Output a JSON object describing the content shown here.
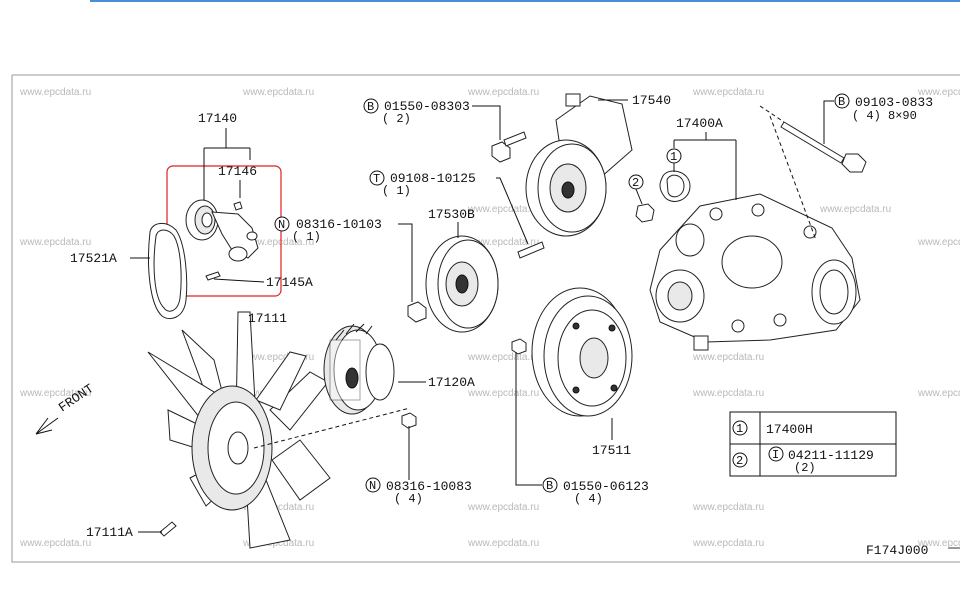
{
  "diagram_code": "F174J000",
  "front_label": "FRONT",
  "watermark_text": "www.epcdata.ru",
  "callouts": {
    "p17140": "17140",
    "p17146": "17146",
    "p17521A": "17521A",
    "p17145A": "17145A",
    "p17111": "17111",
    "p17111A": "17111A",
    "p17120A": "17120A",
    "p17530B": "17530B",
    "p17540": "17540",
    "p17400A": "17400A",
    "p17511": "17511",
    "n08316_10103": {
      "prefix": "N",
      "number": "08316-10103",
      "qty": "( 1)"
    },
    "n08316_10083": {
      "prefix": "N",
      "number": "08316-10083",
      "qty": "( 4)"
    },
    "b01550_08303": {
      "prefix": "B",
      "number": "01550-08303",
      "qty": "( 2)"
    },
    "t09108_10125": {
      "prefix": "T",
      "number": "09108-10125",
      "qty": "( 1)"
    },
    "b09103_0833": {
      "prefix": "B",
      "number": "09103-0833",
      "qty": "( 4) 8×90"
    },
    "b01550_06123": {
      "prefix": "B",
      "number": "01550-06123",
      "qty": "( 4)"
    }
  },
  "markers": {
    "m1": "1",
    "m2": "2"
  },
  "legend": {
    "row1": {
      "marker": "1",
      "value": "17400H"
    },
    "row2": {
      "marker": "2",
      "prefix": "I",
      "number": "04211-11129",
      "qty": "(2)"
    }
  },
  "colors": {
    "highlight_box": "#e02020",
    "link_bar": "#4a8fd6"
  }
}
